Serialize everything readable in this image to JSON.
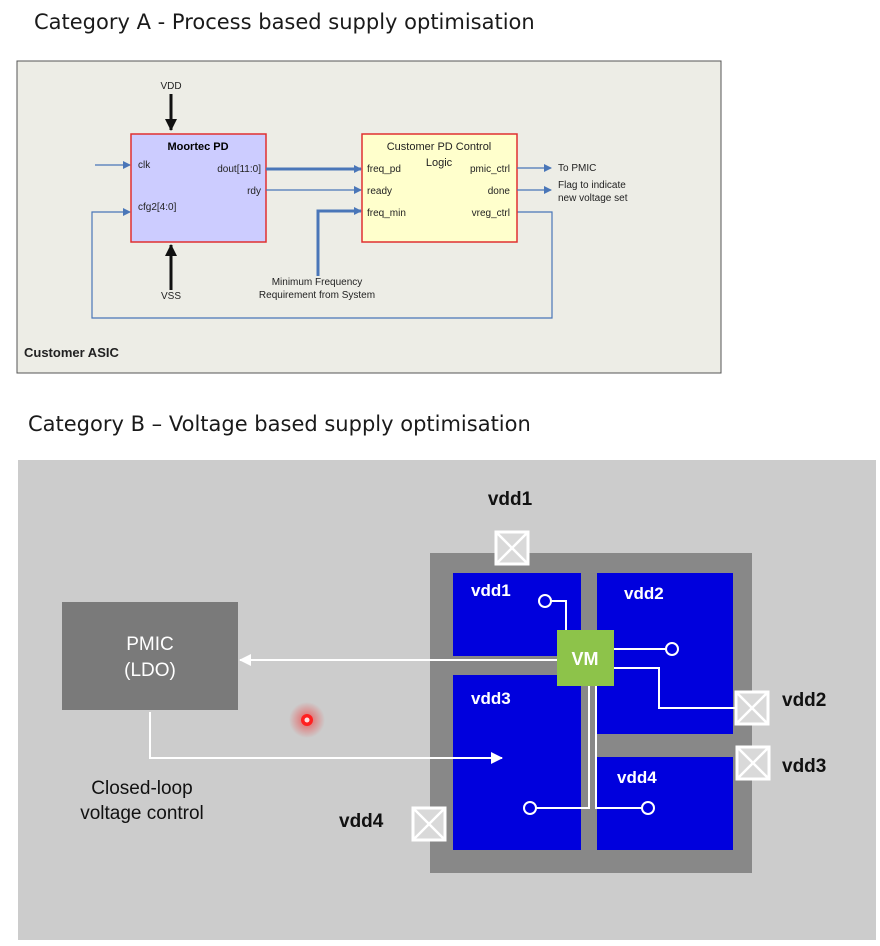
{
  "category_a": {
    "title": "Category A - Process based supply optimisation",
    "vdd_label": "VDD",
    "vss_label": "VSS",
    "moortec": {
      "title": "Moortec PD",
      "clk": "clk",
      "cfg": "cfg2[4:0]",
      "dout": "dout[11:0]",
      "rdy": "rdy"
    },
    "control": {
      "title_line1": "Customer PD Control",
      "title_line2": "Logic",
      "freq_pd": "freq_pd",
      "ready": "ready",
      "freq_min": "freq_min",
      "pmic_ctrl": "pmic_ctrl",
      "done": "done",
      "vreg_ctrl": "vreg_ctrl"
    },
    "to_pmic": "To PMIC",
    "flag_line1": "Flag to indicate",
    "flag_line2": "new voltage set",
    "min_freq_line1": "Minimum Frequency",
    "min_freq_line2": "Requirement from System",
    "asic_label": "Customer ASIC"
  },
  "category_b": {
    "title": "Category B – Voltage based supply optimisation",
    "pmic_line1": "PMIC",
    "pmic_line2": "(LDO)",
    "closed_loop_line1": "Closed-loop",
    "closed_loop_line2": "voltage control",
    "vm": "VM",
    "domain_vdd1": "vdd1",
    "domain_vdd2": "vdd2",
    "domain_vdd3": "vdd3",
    "domain_vdd4": "vdd4",
    "pad_vdd1": "vdd1",
    "pad_vdd2": "vdd2",
    "pad_vdd3": "vdd3",
    "pad_vdd4": "vdd4"
  },
  "colors": {
    "panel_a_bg": "#edede6",
    "moortec_fill": "#ccccff",
    "control_fill": "#ffffcc",
    "block_border": "#e03030",
    "arrow_blue": "#4a76b8",
    "panel_b_bg": "#cccccc",
    "chip_bg": "#888888",
    "domain_blue": "#0000dd",
    "pmic_fill": "#7a7a7a",
    "vm_green": "#8dc34a",
    "pad_fill": "#d9d9d9",
    "laser_dot": "#ff0000"
  }
}
